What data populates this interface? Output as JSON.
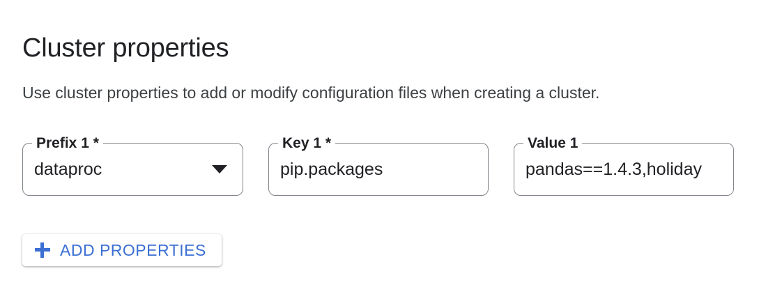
{
  "page": {
    "title": "Cluster properties",
    "description": "Use cluster properties to add or modify configuration files when creating a cluster."
  },
  "colors": {
    "accent_blue": "#3b6fd4",
    "text_primary": "#202124",
    "text_secondary": "#3c4043",
    "field_border": "#80868b",
    "background": "#ffffff"
  },
  "properties_row": {
    "prefix_field": {
      "label": "Prefix 1 *",
      "value": "dataproc",
      "control": "select",
      "icon": "chevron-down-icon",
      "required": true
    },
    "key_field": {
      "label": "Key 1 *",
      "value": "pip.packages",
      "control": "text",
      "placeholder": "",
      "required": true
    },
    "value_field": {
      "label": "Value 1",
      "value": "pandas==1.4.3,holiday",
      "control": "text",
      "placeholder": "",
      "required": false
    }
  },
  "add_button": {
    "label": "ADD PROPERTIES",
    "icon": "plus-icon"
  }
}
